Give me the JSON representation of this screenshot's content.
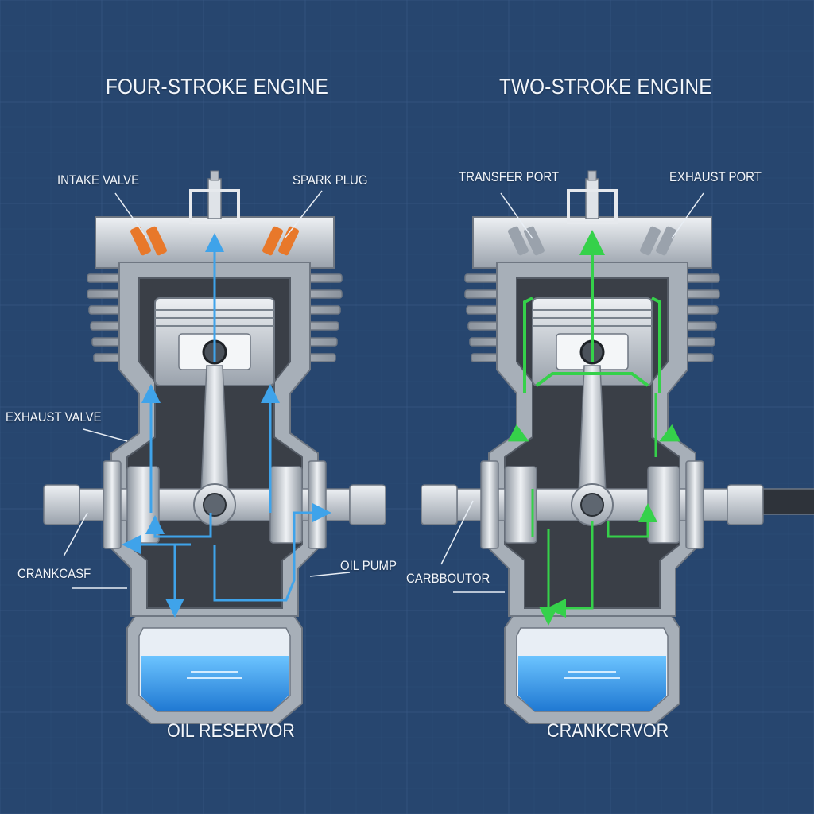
{
  "colors": {
    "background": "#27466f",
    "grid": "#3a5a85",
    "metal": "#c8cdd4",
    "metal_dark": "#6f7782",
    "cavity": "#3a3f47",
    "oil_flow": "#3fa3ea",
    "fuel_flow": "#35d14a",
    "valve_accent": "#e8782a",
    "oil": "#2f8fe0"
  },
  "four_stroke": {
    "title": "FOUR-STROKE ENGINE",
    "labels": {
      "intake_valve": "INTAKE VALVE",
      "spark_plug": "SPARK PLUG",
      "exhaust_valve": "EXHAUST VALVE",
      "crankcase": "CRANKCASF",
      "oil_pump": "OIL PUMP"
    },
    "caption": "OIL RESERVOR"
  },
  "two_stroke": {
    "title": "TWO-STROKE ENGINE",
    "labels": {
      "transfer_port": "TRANSFER PORT",
      "exhaust_port": "EXHAUST PORT",
      "carburetor": "CARBBOUTOR"
    },
    "caption": "CRANKCRVOR"
  }
}
